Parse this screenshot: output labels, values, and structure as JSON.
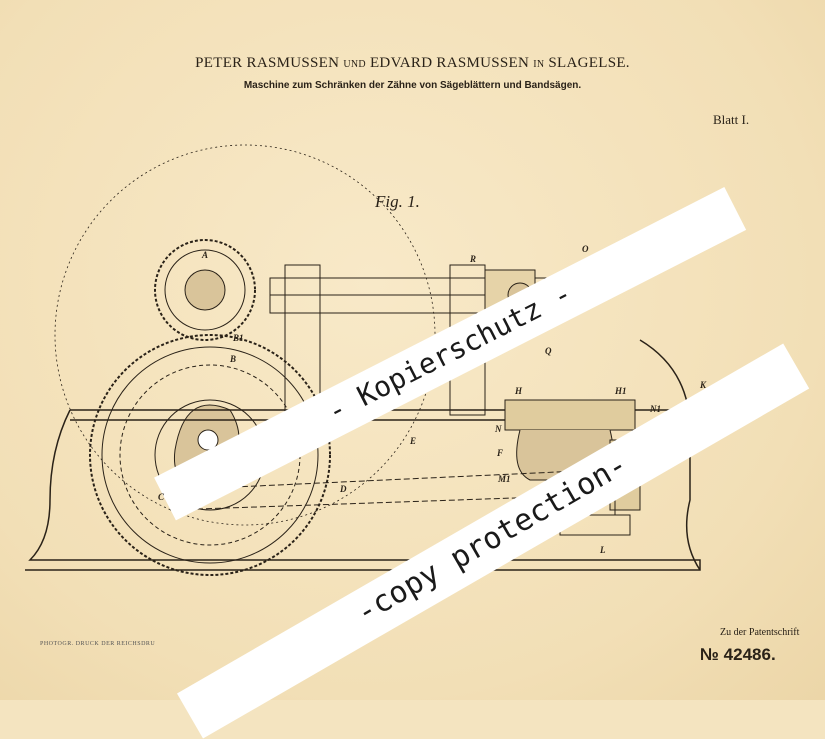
{
  "header": {
    "inventors_a": "PETER RASMUSSEN",
    "und": "UND",
    "inventors_b": "EDVARD RASMUSSEN",
    "in": "IN",
    "place": "SLAGELSE.",
    "subtitle": "Maschine zum Schränken der Zähne von Sägeblättern und Bandsägen.",
    "sheet": "Blatt I."
  },
  "figure": {
    "caption": "Fig. 1.",
    "labels": [
      "A",
      "B1",
      "B",
      "C",
      "D",
      "E",
      "H",
      "H1",
      "N",
      "N1",
      "F",
      "K",
      "L",
      "M1",
      "R",
      "Q",
      "O"
    ]
  },
  "footer": {
    "printer": "PHOTOGR. DRUCK DER REICHSDRU",
    "patent_ref": "Zu der Patentschrift",
    "patent_number": "№ 42486."
  },
  "watermarks": {
    "top": "- Kopierschutz -",
    "bottom": "-copy protection-"
  }
}
